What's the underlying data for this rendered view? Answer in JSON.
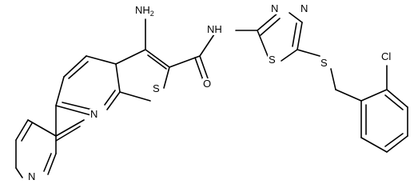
{
  "structure": {
    "atoms": {
      "nh2": {
        "symbol": "NH",
        "subscript": "2"
      },
      "nh": "NH",
      "s_thiophene": "S",
      "o_carbonyl": "O",
      "n_pyridine_fused": "N",
      "n_pyridine_terminal": "N",
      "n_thiadiazole_1": "N",
      "n_thiadiazole_2": "N",
      "s_thiadiazole": "S",
      "s_thioether": "S",
      "cl": "Cl"
    }
  }
}
